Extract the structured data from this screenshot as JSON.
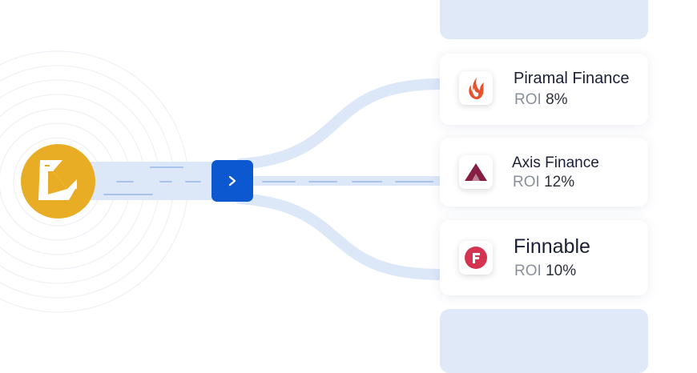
{
  "colors": {
    "accent": "#0b58d0",
    "pipe": "#dce8f8",
    "brand_yellow": "#e8ad24",
    "placeholder": "#dfe9f8"
  },
  "icons": {
    "source_logo": "k-logo-icon",
    "go_button": "chevron-right-icon"
  },
  "lenders": [
    {
      "name": "Piramal Finance",
      "roi_label": "ROI",
      "roi_value": "8%",
      "icon": "piramal-flame-icon",
      "brand_color": "#e8512a"
    },
    {
      "name": "Axis Finance",
      "roi_label": "ROI",
      "roi_value": "12%",
      "icon": "axis-logo-icon",
      "brand_color": "#861f41"
    },
    {
      "name": "Finnable",
      "roi_label": "ROI",
      "roi_value": "10%",
      "icon": "finnable-logo-icon",
      "brand_color": "#d4344f"
    }
  ]
}
